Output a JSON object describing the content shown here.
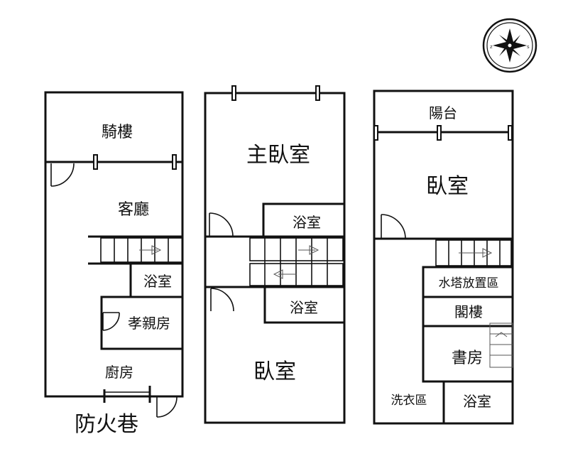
{
  "plan": {
    "floor1": {
      "arcade": "騎樓",
      "living_room": "客廳",
      "bathroom": "浴室",
      "family_room": "孝親房",
      "kitchen": "廚房"
    },
    "floor2": {
      "master_bedroom": "主臥室",
      "bathroom_upper": "浴室",
      "bathroom_lower": "浴室",
      "bedroom": "臥室"
    },
    "floor3": {
      "balcony": "陽台",
      "bedroom": "臥室",
      "water_tower_area": "水塔放置區",
      "attic": "閣樓",
      "study": "書房",
      "laundry_area": "洗衣區",
      "bathroom": "浴室"
    },
    "fire_alley": "防火巷"
  }
}
